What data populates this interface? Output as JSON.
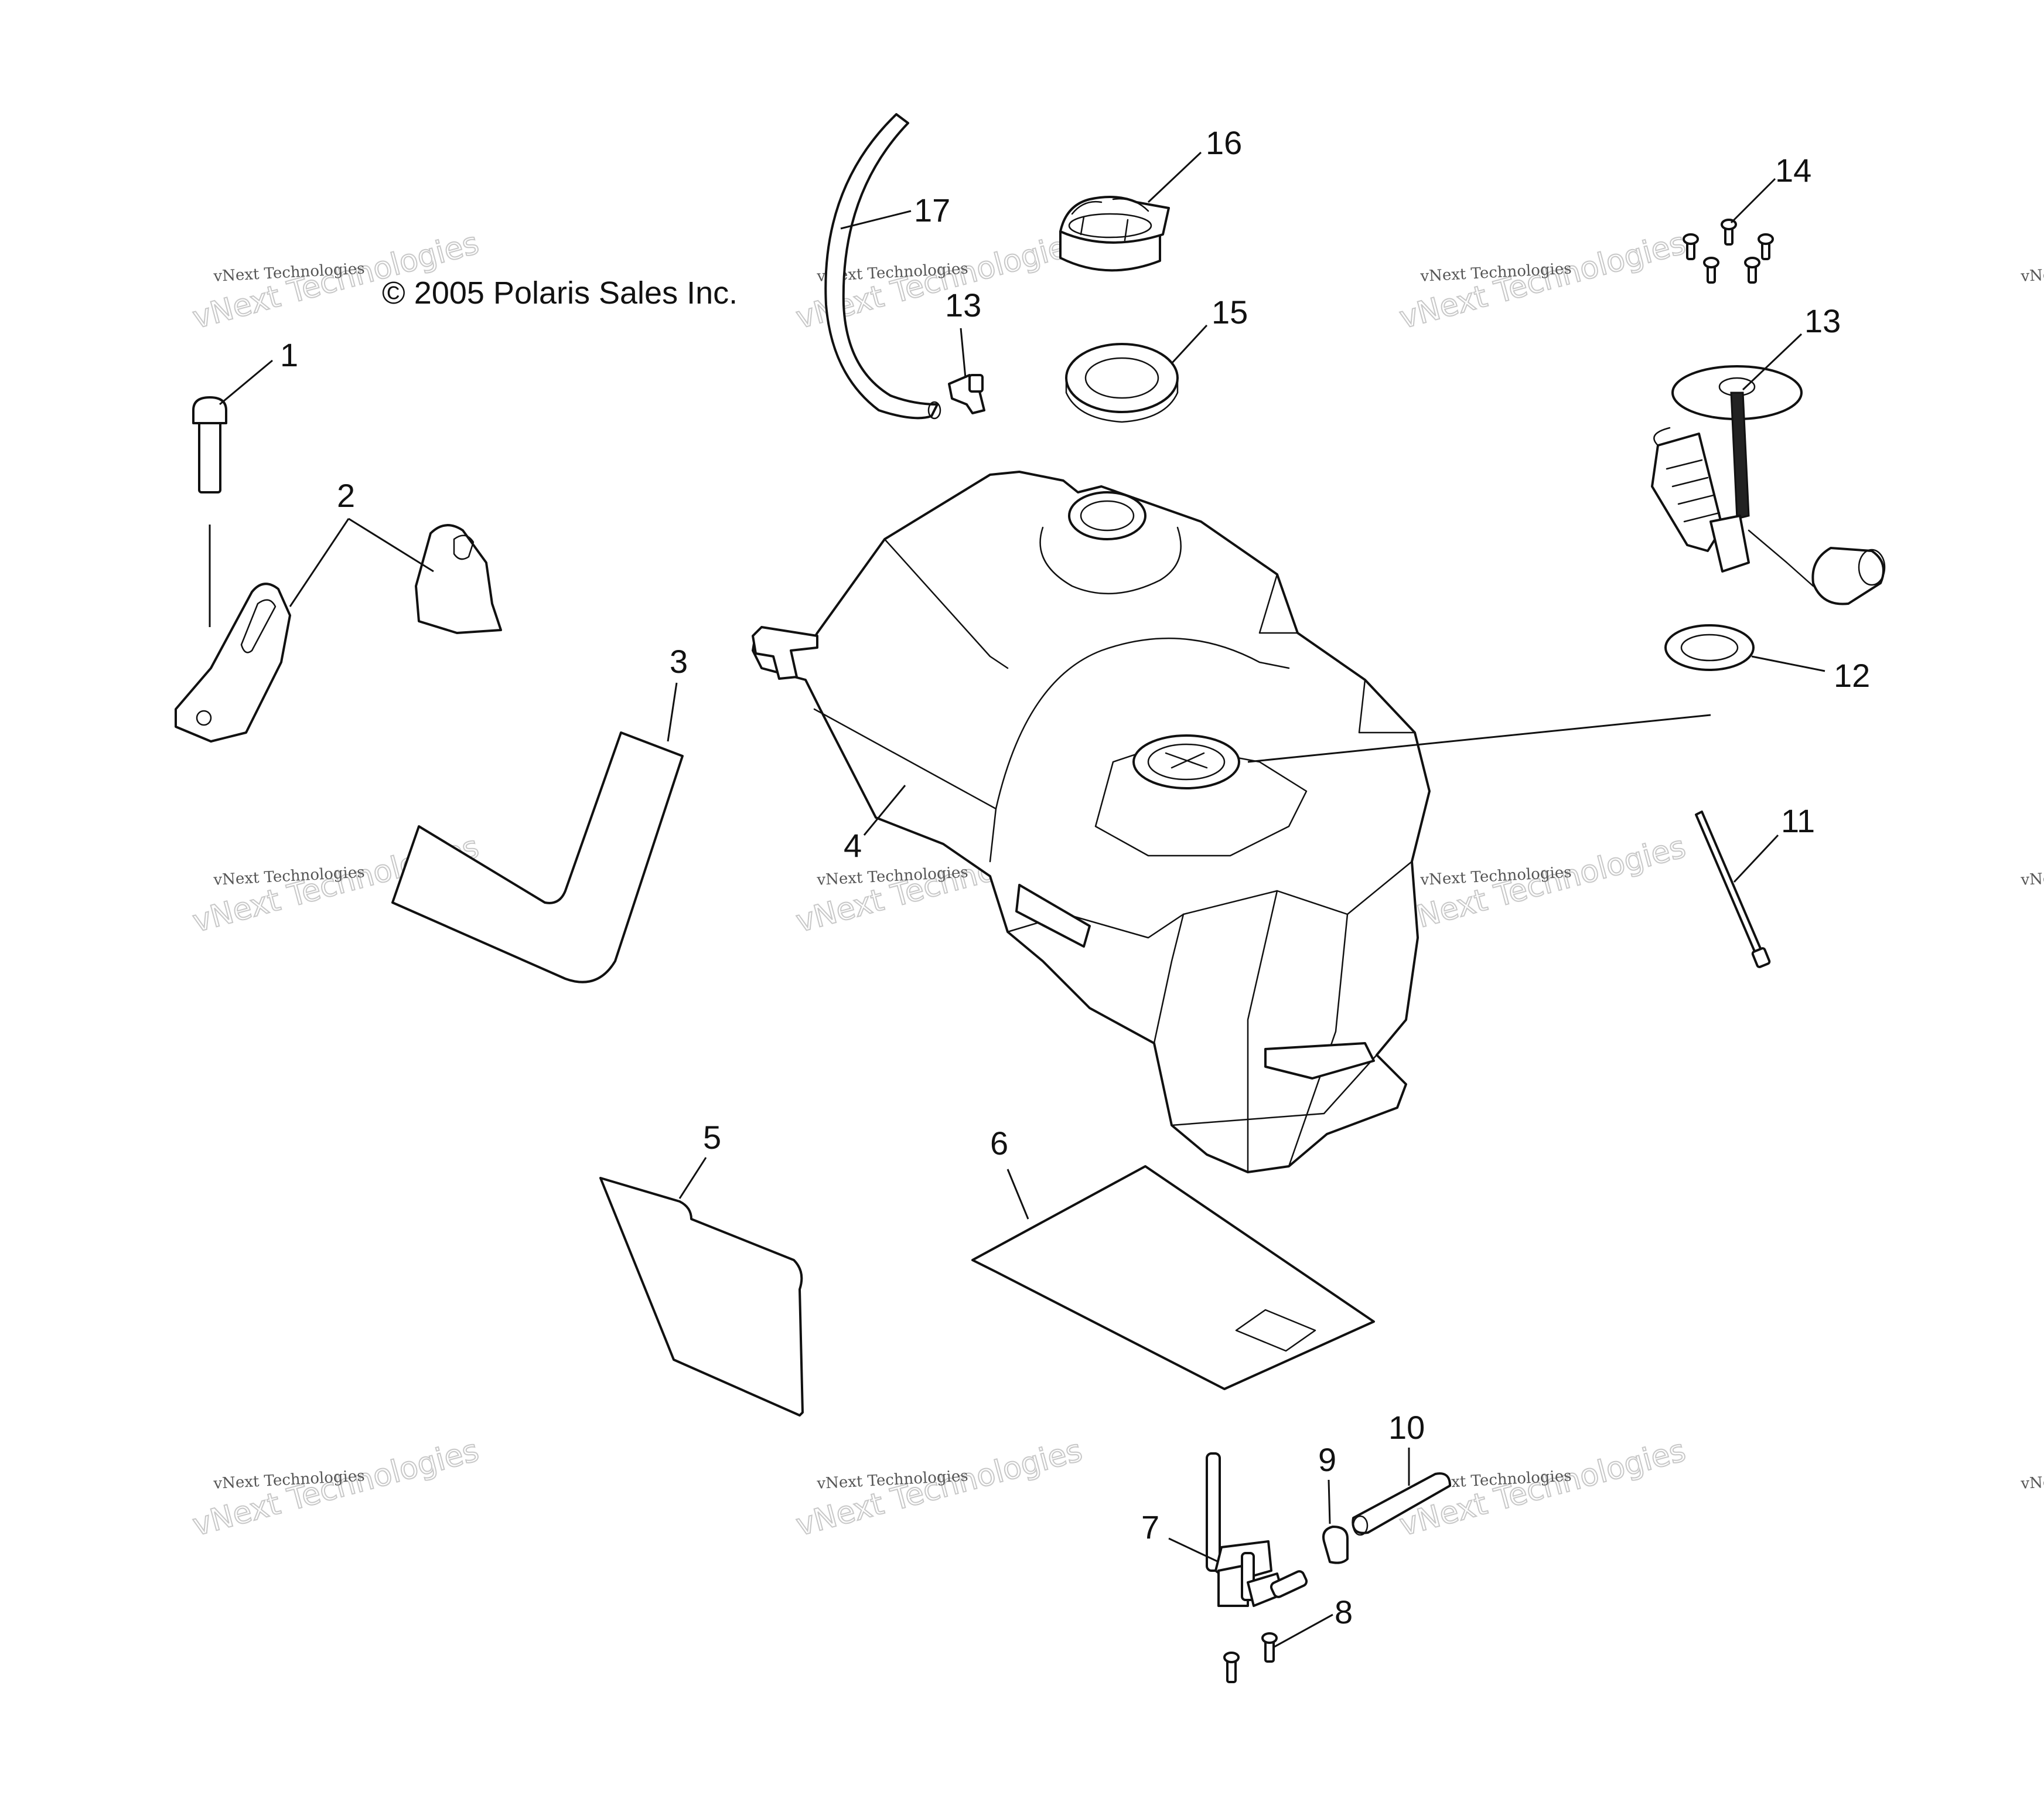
{
  "copyright": "© 2005 Polaris Sales Inc.",
  "watermark": {
    "small": "vNext Technologies",
    "large": "vNext Technologies"
  },
  "callouts": [
    "1",
    "2",
    "3",
    "4",
    "5",
    "6",
    "7",
    "8",
    "9",
    "10",
    "11",
    "12",
    "13",
    "14",
    "15",
    "16",
    "17",
    "13"
  ],
  "parts": [
    {
      "ref": "1",
      "icon": "bolt-icon"
    },
    {
      "ref": "2",
      "icon": "bracket-icon"
    },
    {
      "ref": "3",
      "icon": "pad-strip-icon"
    },
    {
      "ref": "4",
      "icon": "fuel-tank-icon"
    },
    {
      "ref": "5",
      "icon": "pad-icon"
    },
    {
      "ref": "6",
      "icon": "pad-icon"
    },
    {
      "ref": "7",
      "icon": "petcock-icon"
    },
    {
      "ref": "8",
      "icon": "screw-icon"
    },
    {
      "ref": "9",
      "icon": "clamp-icon"
    },
    {
      "ref": "10",
      "icon": "hose-icon"
    },
    {
      "ref": "11",
      "icon": "rod-icon"
    },
    {
      "ref": "12",
      "icon": "gasket-icon"
    },
    {
      "ref": "13",
      "icon": "fuel-sender-icon"
    },
    {
      "ref": "14",
      "icon": "screw-icon"
    },
    {
      "ref": "15",
      "icon": "gasket-icon"
    },
    {
      "ref": "16",
      "icon": "fuel-cap-icon"
    },
    {
      "ref": "17",
      "icon": "vent-hose-icon"
    }
  ]
}
